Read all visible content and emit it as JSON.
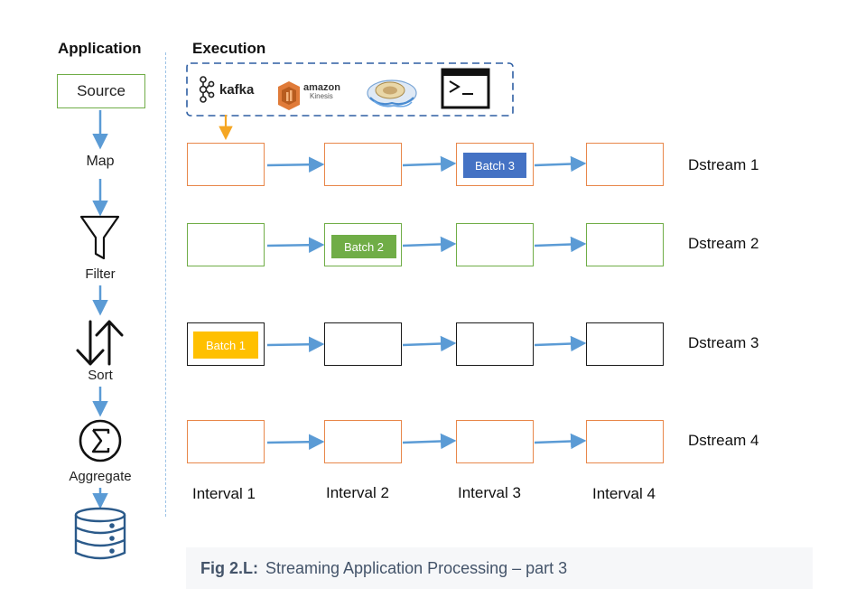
{
  "headers": {
    "application": "Application",
    "execution": "Execution"
  },
  "pipeline": {
    "source": "Source",
    "map": "Map",
    "filter": "Filter",
    "sort": "Sort",
    "aggregate": "Aggregate"
  },
  "sources": {
    "kafka": "kafka",
    "amazon": "amazon",
    "kinesis": "Kinesis",
    "terminal_prompt": ">_"
  },
  "dstreams": [
    "Dstream 1",
    "Dstream 2",
    "Dstream 3",
    "Dstream 4"
  ],
  "intervals": [
    "Interval 1",
    "Interval 2",
    "Interval 3",
    "Interval 4"
  ],
  "batches": {
    "batch1": "Batch 1",
    "batch2": "Batch 2",
    "batch3": "Batch 3"
  },
  "colors": {
    "arrow": "#5b9bd5",
    "orange": "#e8874a",
    "green": "#70ad47",
    "batch1": "#ffc000",
    "batch2": "#70ad47",
    "batch3": "#4472c4",
    "kafka_arrow": "#f5a623"
  },
  "caption": {
    "label": "Fig 2.L:",
    "text": "Streaming Application Processing – part 3"
  }
}
